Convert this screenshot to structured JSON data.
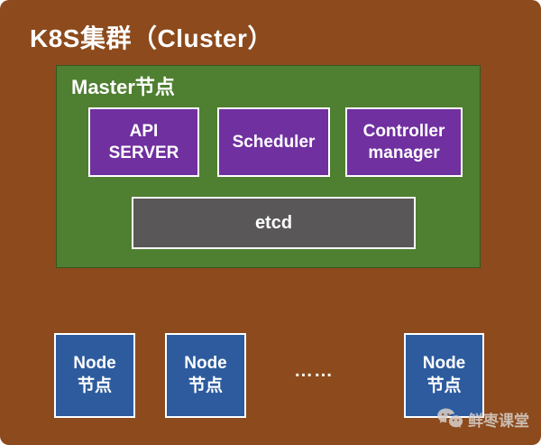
{
  "colors": {
    "brown": "#8c4a1d",
    "green": "#4f7f31",
    "purple": "#7030a0",
    "gray": "#595757",
    "blue": "#2d5b9e",
    "white_border": "#ffffff"
  },
  "cluster": {
    "title": "K8S集群（Cluster）"
  },
  "master": {
    "label": "Master节点",
    "components": [
      {
        "label": "API SERVER"
      },
      {
        "label": "Scheduler"
      },
      {
        "label": "Controller manager"
      }
    ],
    "etcd": {
      "label": "etcd"
    }
  },
  "nodes": {
    "items": [
      {
        "line1": "Node",
        "line2": "节点"
      },
      {
        "line1": "Node",
        "line2": "节点"
      },
      {
        "line1": "Node",
        "line2": "节点"
      }
    ],
    "ellipsis": "……"
  },
  "watermark": {
    "label": "鲜枣课堂",
    "icon": "wechat-bubbles-icon"
  }
}
